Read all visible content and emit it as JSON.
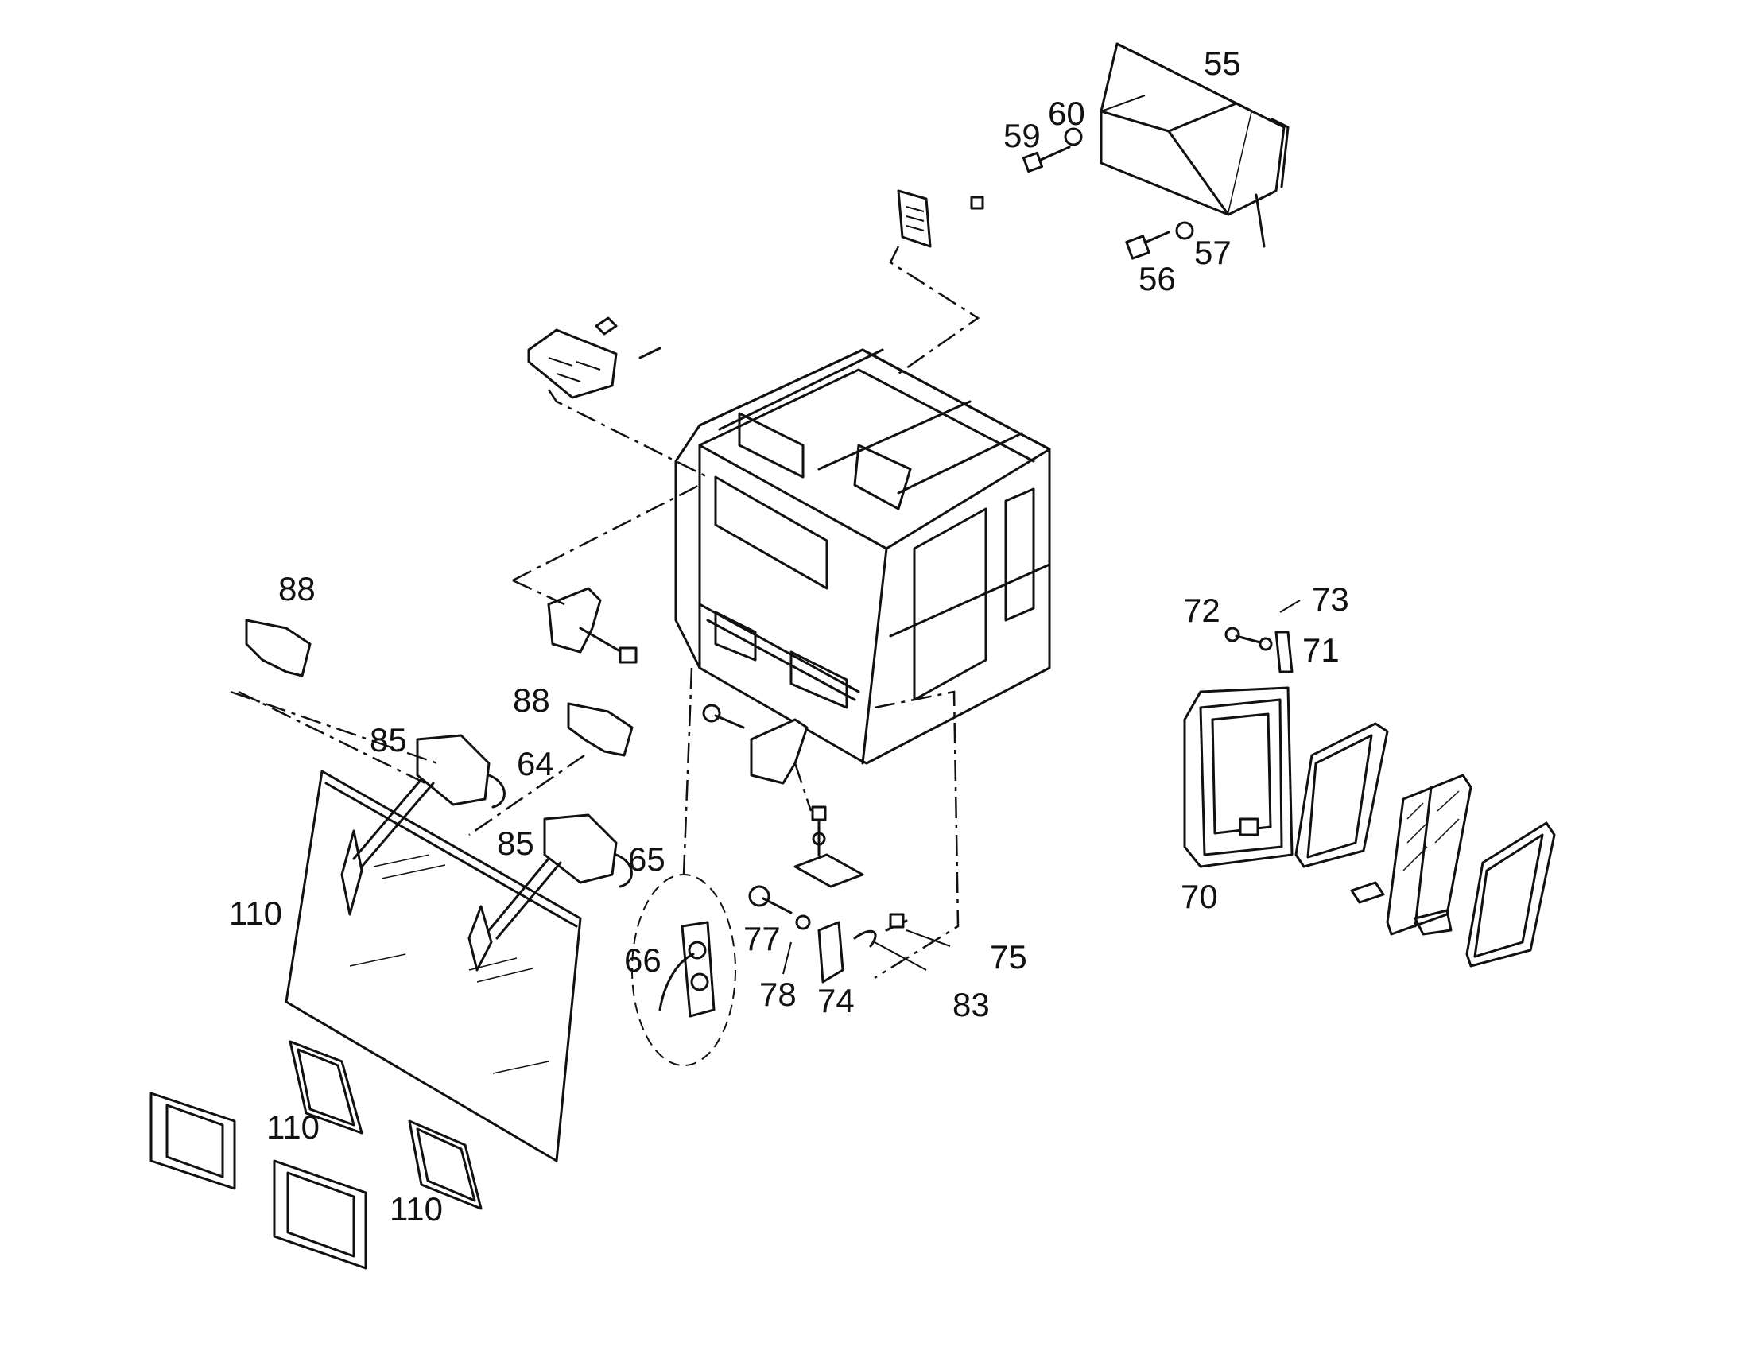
{
  "callouts": [
    {
      "id": "c55",
      "text": "55"
    },
    {
      "id": "c60",
      "text": "60"
    },
    {
      "id": "c59",
      "text": "59"
    },
    {
      "id": "c57",
      "text": "57"
    },
    {
      "id": "c56",
      "text": "56"
    },
    {
      "id": "c88a",
      "text": "88"
    },
    {
      "id": "c88b",
      "text": "88"
    },
    {
      "id": "c85a",
      "text": "85"
    },
    {
      "id": "c64",
      "text": "64"
    },
    {
      "id": "c85b",
      "text": "85"
    },
    {
      "id": "c65",
      "text": "65"
    },
    {
      "id": "c110a",
      "text": "110"
    },
    {
      "id": "c66",
      "text": "66"
    },
    {
      "id": "c77",
      "text": "77"
    },
    {
      "id": "c78",
      "text": "78"
    },
    {
      "id": "c74",
      "text": "74"
    },
    {
      "id": "c83",
      "text": "83"
    },
    {
      "id": "c75",
      "text": "75"
    },
    {
      "id": "c110b",
      "text": "110"
    },
    {
      "id": "c110c",
      "text": "110"
    },
    {
      "id": "c72",
      "text": "72"
    },
    {
      "id": "c73",
      "text": "73"
    },
    {
      "id": "c71",
      "text": "71"
    },
    {
      "id": "c70",
      "text": "70"
    }
  ]
}
